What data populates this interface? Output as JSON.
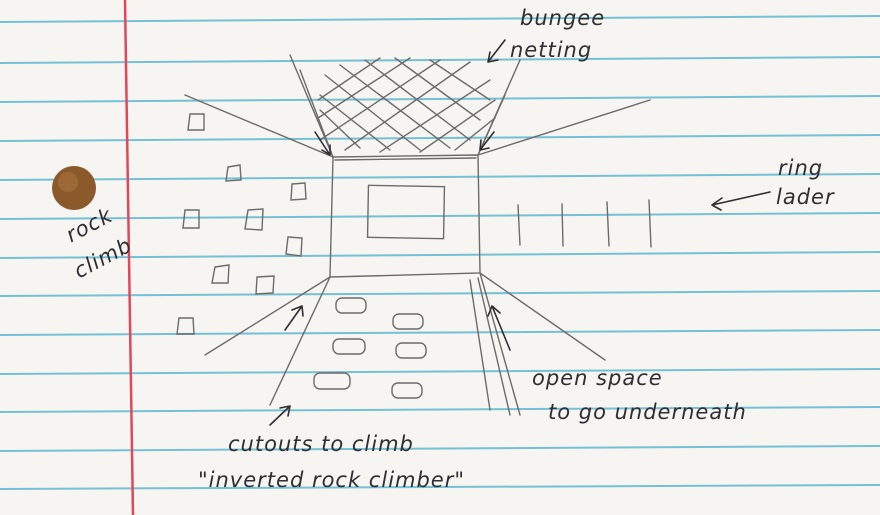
{
  "labels": {
    "bungee_netting_line1": "bungee",
    "bungee_netting_line2": "netting",
    "ring_ladder_line1": "ring",
    "ring_ladder_line2": "lader",
    "rock_climb_line1": "rock",
    "rock_climb_line2": "climb",
    "open_space_line1": "open space",
    "open_space_line2": "to go underneath",
    "cutouts_line1": "cutouts to climb",
    "cutouts_line2": "\"inverted rock climber\""
  },
  "colors": {
    "paper": "#f6f5f1",
    "rule_line": "#5fb7cf",
    "margin_line": "#e0485a",
    "pencil": "#6b6b6b",
    "ink": "#2e2e33",
    "hole": "#8a5a2b"
  }
}
